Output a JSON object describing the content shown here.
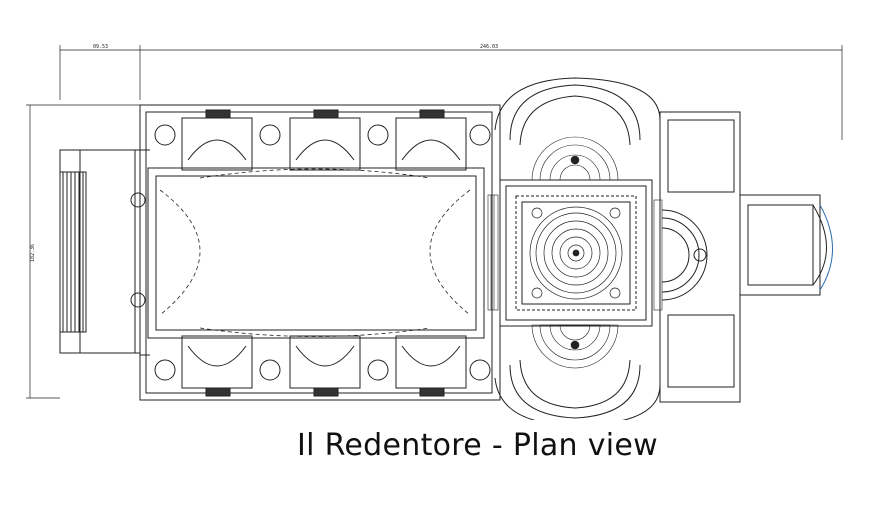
{
  "drawing": {
    "caption": "Il Redentore - Plan view",
    "dimensions": {
      "top_left": "09.53",
      "top_main": "246.03",
      "left_height": "182.36"
    },
    "colors": {
      "line": "#222222",
      "background": "#ffffff"
    }
  }
}
